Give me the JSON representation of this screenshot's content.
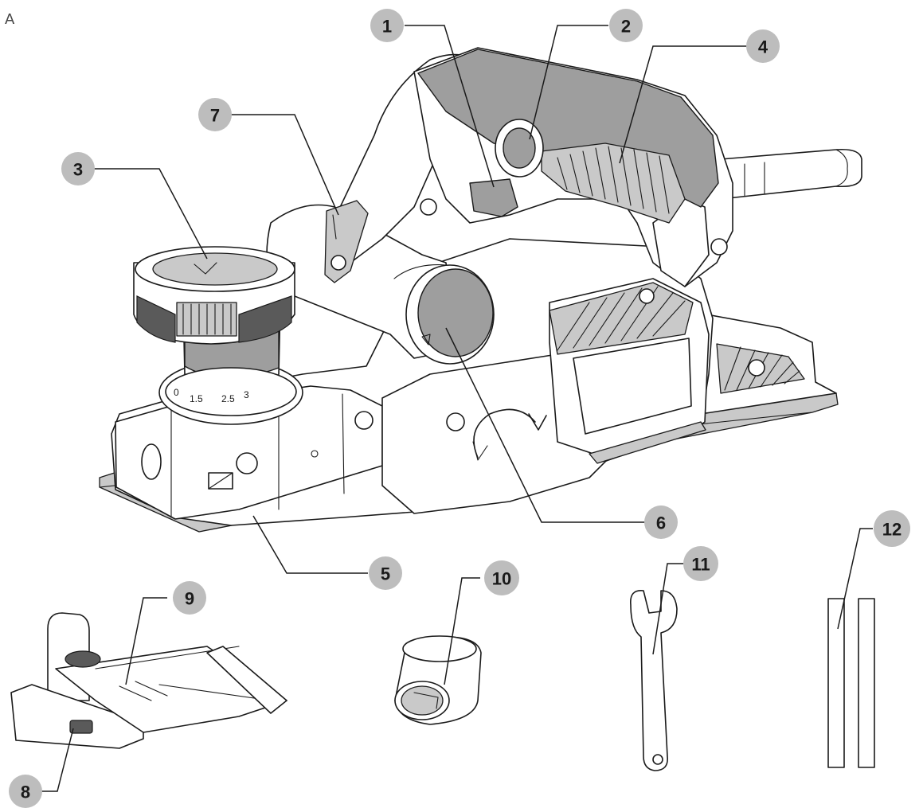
{
  "figure": {
    "corner_label": "A",
    "callouts": [
      {
        "id": "1",
        "label": "1"
      },
      {
        "id": "2",
        "label": "2"
      },
      {
        "id": "3",
        "label": "3"
      },
      {
        "id": "4",
        "label": "4"
      },
      {
        "id": "5",
        "label": "5"
      },
      {
        "id": "6",
        "label": "6"
      },
      {
        "id": "7",
        "label": "7"
      },
      {
        "id": "8",
        "label": "8"
      },
      {
        "id": "9",
        "label": "9"
      },
      {
        "id": "10",
        "label": "10"
      },
      {
        "id": "11",
        "label": "11"
      },
      {
        "id": "12",
        "label": "12"
      }
    ],
    "depth_dial_markings": [
      "0",
      "1.5",
      "2.5",
      "3"
    ],
    "badge_color": "#bdbdbd",
    "part_shading_color": "#9e9e9e"
  }
}
